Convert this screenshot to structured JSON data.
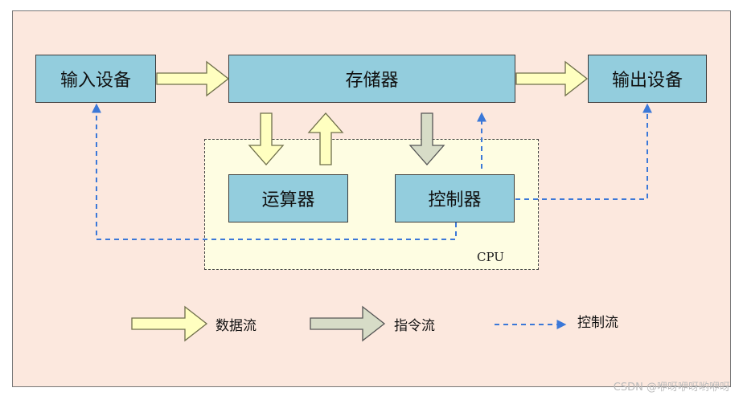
{
  "blocks": {
    "input_device": "输入设备",
    "memory": "存储器",
    "output_device": "输出设备",
    "alu": "运算器",
    "controller": "控制器"
  },
  "cpu_label": "CPU",
  "legend": {
    "data_flow": "数据流",
    "instruction_flow": "指令流",
    "control_flow": "控制流"
  },
  "colors": {
    "data_arrow": "#ffffc0",
    "instruction_arrow": "#d7dcc7",
    "control_line": "#3b78d8",
    "block_fill": "#93cddd",
    "panel_bg": "#fce8de",
    "cpu_bg": "#fefde2"
  },
  "watermark": "CSDN @咿呀咿呀哟咿呀"
}
